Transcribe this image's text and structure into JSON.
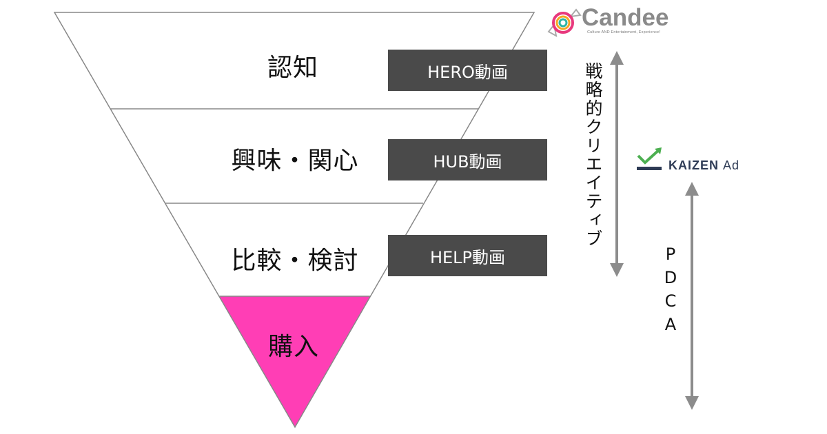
{
  "funnel": {
    "stages": [
      {
        "label": "認知"
      },
      {
        "label": "興味・関心"
      },
      {
        "label": "比較・検討"
      },
      {
        "label": "購入"
      }
    ],
    "purchase_color": "#ff3eb5",
    "outline_color": "#888888"
  },
  "videos": {
    "hero": "HERO動画",
    "hub": "HUB動画",
    "help": "HELP動画"
  },
  "strategy_label": "戦略的クリエイティブ",
  "pdca": [
    "P",
    "D",
    "C",
    "A"
  ],
  "logos": {
    "candee": {
      "name": "Candee",
      "tagline": "Culture AND Entertainment, Experience!",
      "icon": "candy-icon"
    },
    "kaizen": {
      "name": "KAIZEN",
      "suffix": "Ad",
      "icon": "check-trend-icon",
      "accent_color": "#4caf50"
    }
  },
  "arrow_color": "#8c8c8c"
}
